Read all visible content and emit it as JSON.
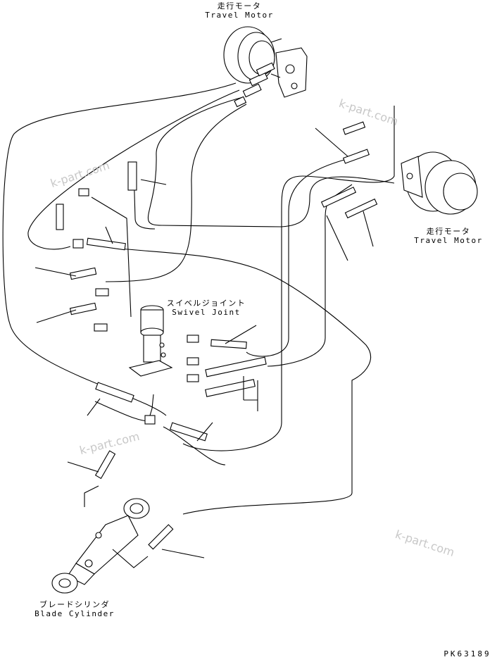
{
  "labels": {
    "travel_motor_top": {
      "jp": "走行モータ",
      "en": "Travel Motor"
    },
    "travel_motor_right": {
      "jp": "走行モータ",
      "en": "Travel Motor"
    },
    "swivel_joint": {
      "jp": "スイベルジョイント",
      "en": "Swivel Joint"
    },
    "blade_cylinder": {
      "jp": "ブレードシリンダ",
      "en": "Blade Cylinder"
    }
  },
  "part_code": "PK63189",
  "watermarks": [
    "k-part.com",
    "k-part.com",
    "k-part.com",
    "k-part.com"
  ]
}
